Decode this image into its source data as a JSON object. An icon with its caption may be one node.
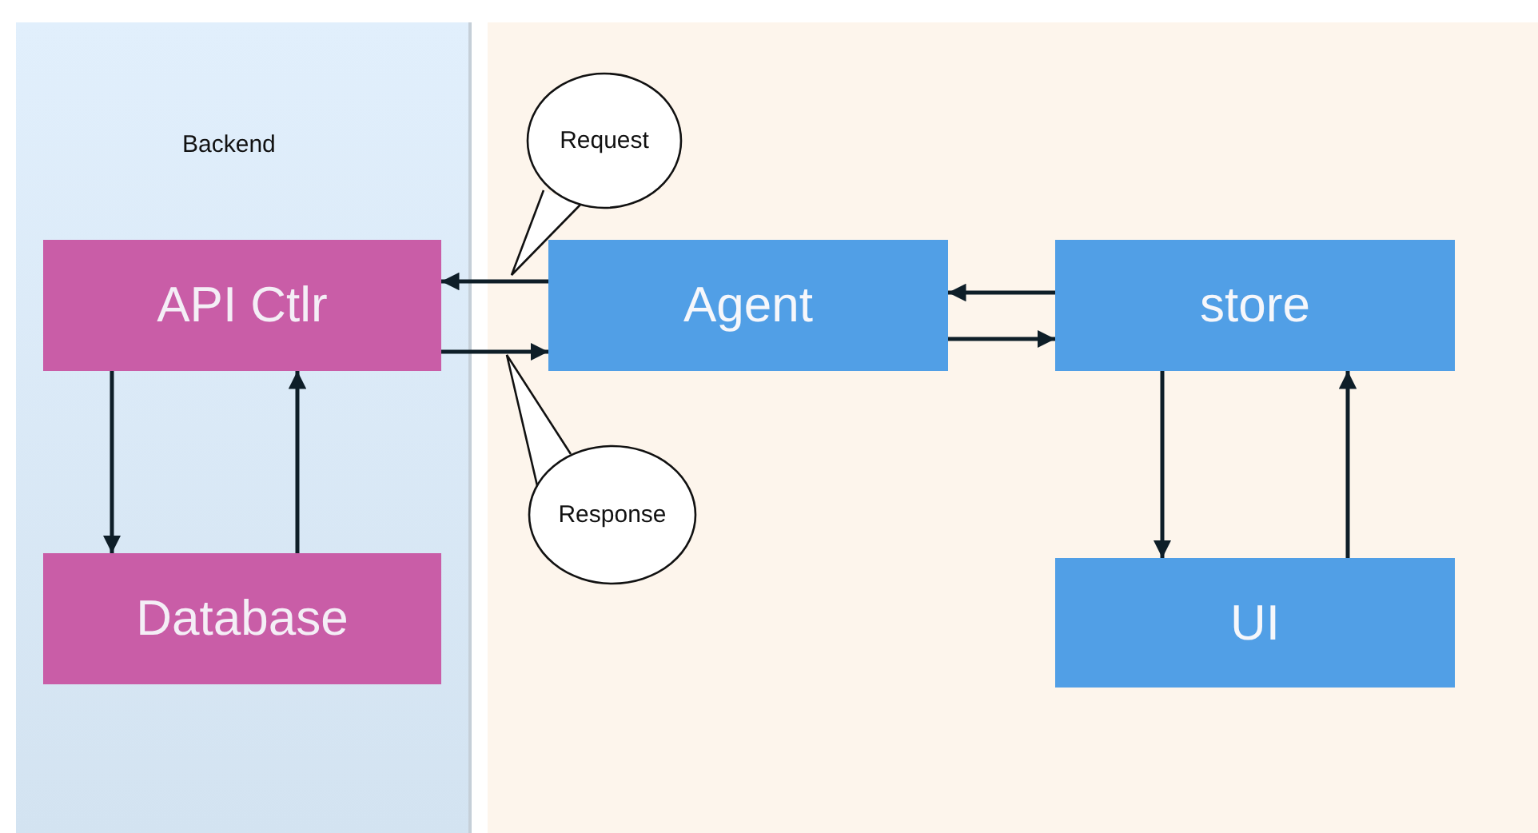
{
  "diagram": {
    "nodes": [
      {
        "text": [
          "Backend"
        ]
      },
      {
        "text": [
          "API Ctlr"
        ],
        "in": 0
      },
      {
        "text": [
          "Database"
        ],
        "in": 0
      },
      {
        "text": [
          "Agent"
        ]
      },
      {
        "text": [
          "store"
        ]
      },
      {
        "text": [
          "UI"
        ]
      },
      {
        "text": [
          "Request"
        ]
      },
      {
        "text": [
          "Response"
        ]
      }
    ],
    "edges": [
      {
        "from": 3,
        "to": 1,
        "arrow": "to"
      },
      {
        "from": 1,
        "to": 3,
        "arrow": "to"
      },
      {
        "from": 4,
        "to": 3,
        "arrow": "to"
      },
      {
        "from": 3,
        "to": 4,
        "arrow": "to"
      },
      {
        "from": 1,
        "to": 2,
        "arrow": "to"
      },
      {
        "from": 2,
        "to": 1,
        "arrow": "to"
      },
      {
        "from": 4,
        "to": 5,
        "arrow": "to"
      },
      {
        "from": 5,
        "to": 4,
        "arrow": "to"
      }
    ]
  }
}
